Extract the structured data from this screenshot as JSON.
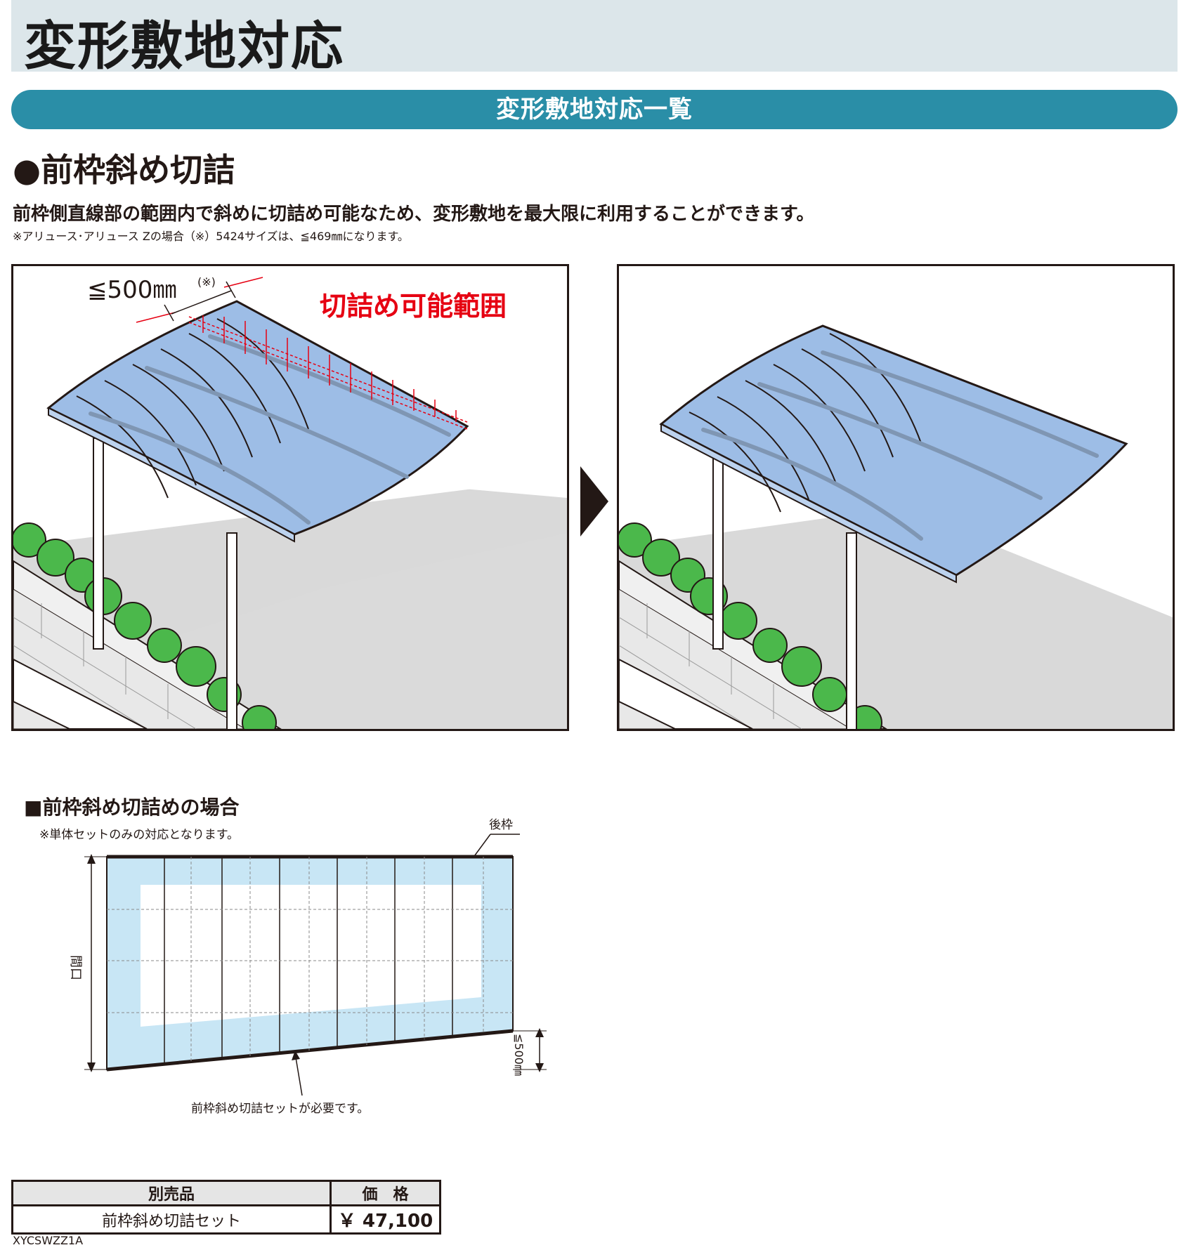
{
  "header": {
    "title": "変形敷地対応"
  },
  "banner": {
    "label": "変形敷地対応一覧"
  },
  "section": {
    "title": "●前枠斜め切詰",
    "description": "前枠側直線部の範囲内で斜めに切詰め可能なため、変形敷地を最大限に利用することができます。",
    "note": "※アリュース･アリュース Zの場合（※）5424サイズは、≦469㎜になります。"
  },
  "illustration": {
    "dimension_label": "≦500㎜",
    "dimension_mark": "(※)",
    "range_label": "切詰め可能範囲"
  },
  "diagram": {
    "title": "■前枠斜め切詰めの場合",
    "note": "※単体セットのみの対応となります。",
    "rear_frame_label": "後枠",
    "width_label": "間口",
    "offset_label": "≦500㎜",
    "callout": "前枠斜め切詰セットが必要です。"
  },
  "price_table": {
    "headers": [
      "別売品",
      "価　格"
    ],
    "rows": [
      {
        "item": "前枠斜め切詰セット",
        "price": "￥ 47,100"
      }
    ],
    "code": "XYCSWZZ1A"
  }
}
